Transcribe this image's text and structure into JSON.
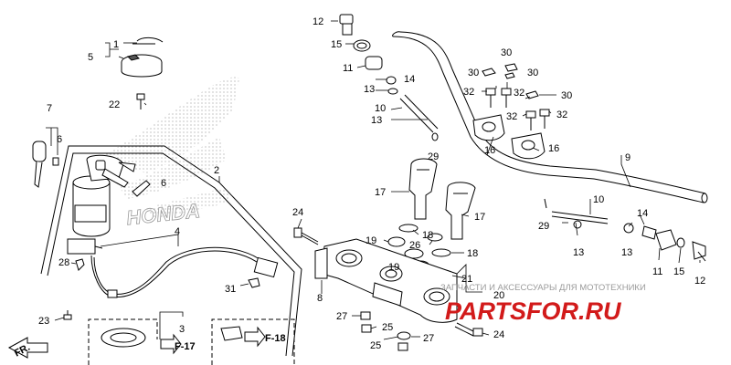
{
  "diagram": {
    "part_labels": {
      "p1": "1",
      "p2": "2",
      "p3": "3",
      "p4": "4",
      "p5": "5",
      "p6a": "6",
      "p6b": "6",
      "p7": "7",
      "p8": "8",
      "p9": "9",
      "p10a": "10",
      "p10b": "10",
      "p11a": "11",
      "p11b": "11",
      "p12a": "12",
      "p12b": "12",
      "p13a": "13",
      "p13b": "13",
      "p13c": "13",
      "p13d": "13",
      "p14a": "14",
      "p14b": "14",
      "p15a": "15",
      "p15b": "15",
      "p16a": "16",
      "p16b": "16",
      "p17a": "17",
      "p17b": "17",
      "p18a": "18",
      "p18b": "18",
      "p19a": "19",
      "p19b": "19",
      "p20": "20",
      "p21": "21",
      "p22": "22",
      "p23": "23",
      "p24a": "24",
      "p24b": "24",
      "p25a": "25",
      "p25b": "25",
      "p26": "26",
      "p27a": "27",
      "p27b": "27",
      "p28": "28",
      "p29a": "29",
      "p29b": "29",
      "p30a": "30",
      "p30b": "30",
      "p30c": "30",
      "p30d": "30",
      "p31": "31",
      "p32a": "32",
      "p32b": "32",
      "p32c": "32",
      "p32d": "32"
    },
    "refs": {
      "f17": "F-17",
      "f18": "F-18",
      "fr": "FR."
    },
    "watermark": {
      "brand": "HONDA",
      "line1": "ЗАПЧАСТИ И АКСЕССУАРЫ ДЛЯ МОТОТЕХНИКИ",
      "line2": "PARTSFOR.RU"
    },
    "colors": {
      "line": "#000000",
      "watermark_red": "#d21a1a",
      "watermark_gray": "#9a9a9a",
      "background": "#ffffff"
    }
  }
}
